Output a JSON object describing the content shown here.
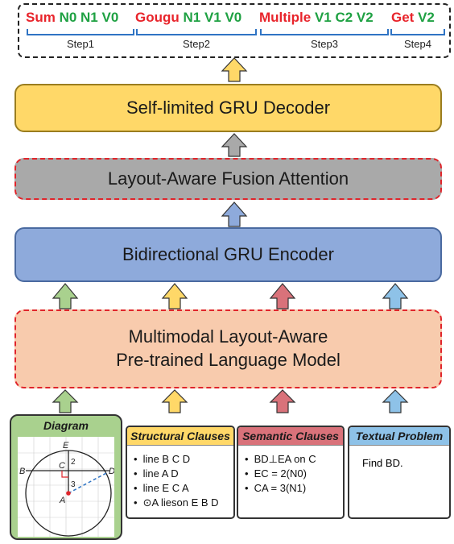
{
  "program": [
    {
      "op": "Sum",
      "args": "N0 N1 V0",
      "step": "Step1"
    },
    {
      "op": "Gougu",
      "args": "N1 V1 V0",
      "step": "Step2"
    },
    {
      "op": "Multiple",
      "args": "V1 C2 V2",
      "step": "Step3"
    },
    {
      "op": "Get",
      "args": "V2",
      "step": "Step4"
    }
  ],
  "blocks": {
    "decoder": "Self-limited GRU Decoder",
    "fusion": "Layout-Aware Fusion Attention",
    "encoder": "Bidirectional GRU Encoder",
    "pretrained_line1": "Multimodal Layout-Aware",
    "pretrained_line2": "Pre-trained Language Model"
  },
  "inputs": {
    "diagram": {
      "title": "Diagram",
      "points": {
        "E": "E",
        "C": "C",
        "B": "B",
        "D": "D",
        "A": "A"
      },
      "seg2": "2",
      "seg3": "3"
    },
    "structural": {
      "title": "Structural Clauses",
      "items": [
        "line B C D",
        "line A D",
        "line E C A",
        "⊙A lieson E B D"
      ]
    },
    "semantic": {
      "title": "Semantic Clauses",
      "items": [
        "BD⊥EA on C",
        "EC = 2(N0)",
        "CA = 3(N1)"
      ]
    },
    "textual": {
      "title": "Textual Problem",
      "text": "Find BD."
    }
  },
  "colors": {
    "op": "#e8242b",
    "arg": "#1fa143",
    "decoder": "#ffd868",
    "fusion": "#a9a9a9",
    "encoder": "#8eaadb",
    "pretrained": "#f8cbad",
    "diagram_head": "#a9d18e",
    "structural_head": "#ffd868",
    "semantic_head": "#d9727a",
    "textual_head": "#8ec2e8",
    "arrow_gold": "#ffd868",
    "arrow_gray": "#a9a9a9",
    "arrow_blue": "#8eaadb",
    "arrow_green": "#a9d18e",
    "arrow_red": "#d9727a",
    "arrow_lightblue": "#8ec2e8"
  }
}
